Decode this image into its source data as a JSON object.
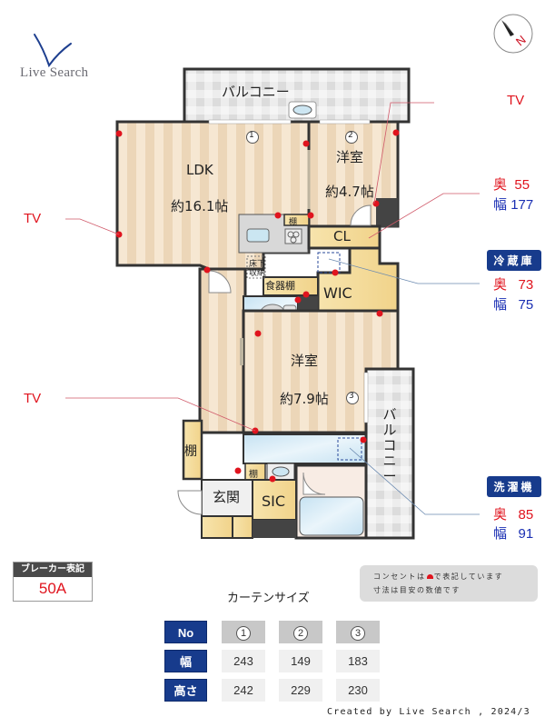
{
  "brand": {
    "logo_text": "Live Search",
    "logo_color": "#1e3f8f"
  },
  "compass": {
    "label": "N",
    "needle_color": "#222222",
    "label_color": "#cc1122"
  },
  "floor_plan": {
    "rooms": {
      "balcony_top": "バルコニー",
      "ldk_name": "LDK",
      "ldk_size": "約16.1帖",
      "western2_name": "洋室",
      "western2_size": "約4.7帖",
      "western3_name": "洋室",
      "western3_size": "約7.9帖",
      "closet": "CL",
      "wic": "WIC",
      "dish_shelf": "食器棚",
      "underfloor_storage_1": "床下",
      "underfloor_storage_2": "収納",
      "shelf_kitchen": "棚",
      "shelf_entry": "棚",
      "shelf_wash": "棚",
      "entrance": "玄関",
      "sic": "SIC",
      "balcony_side": "バルコニー"
    },
    "window_markers": [
      "1",
      "2",
      "3"
    ],
    "colors": {
      "floor_light": "#f6e7d2",
      "floor_dark": "#ead4b6",
      "storage": "#f5dc9a",
      "wet_area": "#d4ebf6",
      "balcony_tile": "#e6e6e6",
      "wall": "#333333",
      "outlet": "#e0141e"
    }
  },
  "callouts": {
    "tv_labels": [
      "TV",
      "TV",
      "TV"
    ],
    "closet_dims": {
      "depth_key": "奥",
      "depth_value": "55",
      "width_key": "幅",
      "width_value": "177"
    },
    "fridge": {
      "badge": "冷蔵庫",
      "depth_key": "奥",
      "depth_value": "73",
      "width_key": "幅",
      "width_value": "75"
    },
    "washer": {
      "badge": "洗濯機",
      "depth_key": "奥",
      "depth_value": "85",
      "width_key": "幅",
      "width_value": "91"
    }
  },
  "breaker": {
    "header": "ブレーカー表記",
    "value": "50A"
  },
  "note": {
    "line1_pre": "コンセントは",
    "line1_post": "で表記しています",
    "line2": "寸法は目安の数値です"
  },
  "curtain_table": {
    "title": "カーテンサイズ",
    "row_headers": [
      "No",
      "幅",
      "高さ"
    ],
    "columns": [
      "1",
      "2",
      "3"
    ],
    "width_values": [
      "243",
      "149",
      "183"
    ],
    "height_values": [
      "242",
      "229",
      "230"
    ]
  },
  "footer": {
    "credit": "Created by Live Search , 2024/3"
  }
}
